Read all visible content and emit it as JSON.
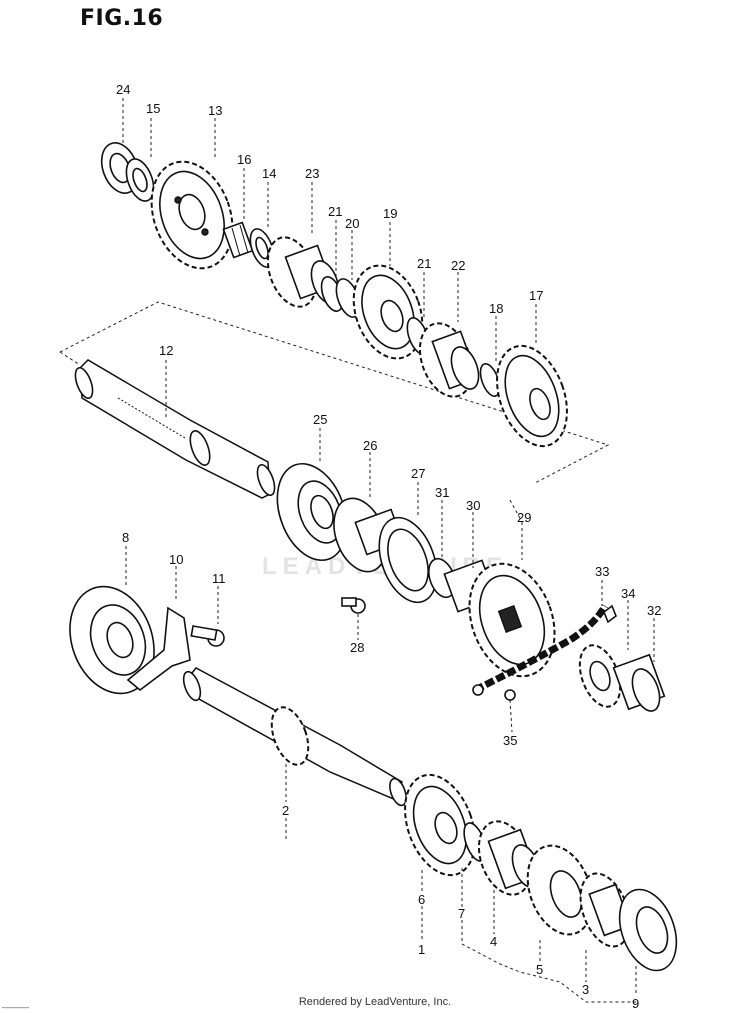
{
  "figure": {
    "title": "FIG.16"
  },
  "callouts": [
    {
      "id": "c24",
      "label": "24"
    },
    {
      "id": "c15",
      "label": "15"
    },
    {
      "id": "c13",
      "label": "13"
    },
    {
      "id": "c16",
      "label": "16"
    },
    {
      "id": "c14",
      "label": "14"
    },
    {
      "id": "c23",
      "label": "23"
    },
    {
      "id": "c21a",
      "label": "21"
    },
    {
      "id": "c20",
      "label": "20"
    },
    {
      "id": "c19",
      "label": "19"
    },
    {
      "id": "c21b",
      "label": "21"
    },
    {
      "id": "c22",
      "label": "22"
    },
    {
      "id": "c18",
      "label": "18"
    },
    {
      "id": "c17",
      "label": "17"
    },
    {
      "id": "c12",
      "label": "12"
    },
    {
      "id": "c25",
      "label": "25"
    },
    {
      "id": "c26",
      "label": "26"
    },
    {
      "id": "c27",
      "label": "27"
    },
    {
      "id": "c31",
      "label": "31"
    },
    {
      "id": "c30",
      "label": "30"
    },
    {
      "id": "c29",
      "label": "29"
    },
    {
      "id": "c8",
      "label": "8"
    },
    {
      "id": "c10",
      "label": "10"
    },
    {
      "id": "c11",
      "label": "11"
    },
    {
      "id": "c28",
      "label": "28"
    },
    {
      "id": "c33",
      "label": "33"
    },
    {
      "id": "c34",
      "label": "34"
    },
    {
      "id": "c32",
      "label": "32"
    },
    {
      "id": "c35",
      "label": "35"
    },
    {
      "id": "c2",
      "label": "2"
    },
    {
      "id": "c6",
      "label": "6"
    },
    {
      "id": "c7",
      "label": "7"
    },
    {
      "id": "c1",
      "label": "1"
    },
    {
      "id": "c4",
      "label": "4"
    },
    {
      "id": "c5",
      "label": "5"
    },
    {
      "id": "c3",
      "label": "3"
    },
    {
      "id": "c9",
      "label": "9"
    }
  ],
  "watermark": "LEADVENTURE",
  "footer": {
    "text": "Rendered by LeadVenture, Inc."
  },
  "corner_code": "———"
}
